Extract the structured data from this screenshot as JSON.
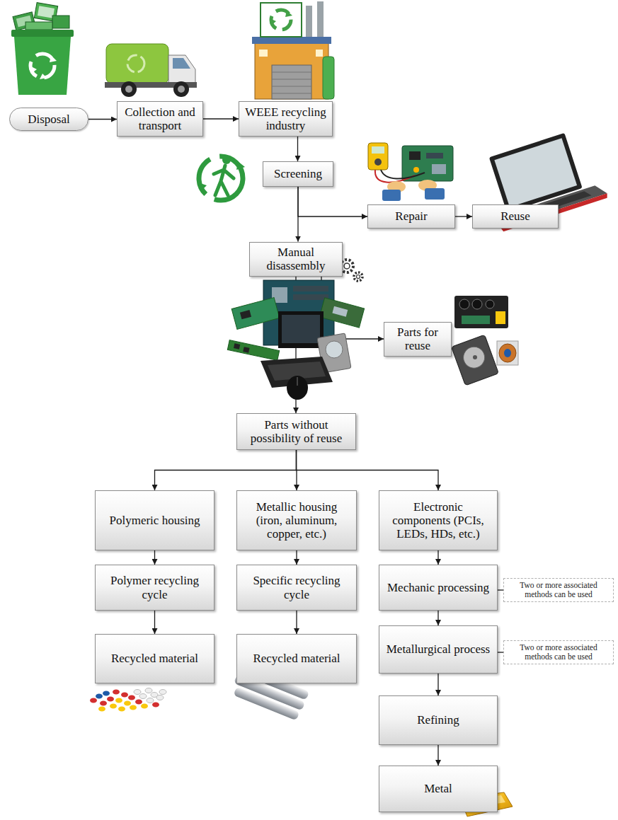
{
  "diagram": {
    "nodes": [
      {
        "text": [
          "Disposal"
        ]
      },
      {
        "text": [
          "Collection and transport"
        ]
      },
      {
        "text": [
          "WEEE recycling industry"
        ]
      },
      {
        "text": [
          "Screening"
        ]
      },
      {
        "text": [
          "Repair"
        ]
      },
      {
        "text": [
          "Reuse"
        ]
      },
      {
        "text": [
          "Manual disassembly"
        ]
      },
      {
        "text": [
          "Parts for reuse"
        ]
      },
      {
        "text": [
          "Parts without possibility of reuse"
        ]
      },
      {
        "text": [
          "Polymeric housing"
        ]
      },
      {
        "text": [
          "Metallic housing (iron, aluminum, copper, etc.)"
        ]
      },
      {
        "text": [
          "Electronic components (PCIs, LEDs, HDs, etc.)"
        ]
      },
      {
        "text": [
          "Polymer recycling cycle"
        ]
      },
      {
        "text": [
          "Specific recycling cycle"
        ]
      },
      {
        "text": [
          "Mechanic processing"
        ]
      },
      {
        "text": [
          "Two or more associated methods can be used"
        ]
      },
      {
        "text": [
          "Recycled material"
        ]
      },
      {
        "text": [
          "Recycled material"
        ]
      },
      {
        "text": [
          "Metallurgical process"
        ]
      },
      {
        "text": [
          "Two or more associated methods can be used"
        ]
      },
      {
        "text": [
          "Refining"
        ]
      },
      {
        "text": [
          "Metal"
        ]
      }
    ],
    "edges": [
      {
        "from": 0,
        "to": 1,
        "arrow": "to"
      },
      {
        "from": 1,
        "to": 2,
        "arrow": "to"
      },
      {
        "from": 2,
        "to": 3,
        "arrow": "to"
      },
      {
        "from": 3,
        "to": 4,
        "arrow": "to"
      },
      {
        "from": 3,
        "to": 6,
        "arrow": "to"
      },
      {
        "from": 4,
        "to": 5,
        "arrow": "to"
      },
      {
        "from": 6,
        "to": 7,
        "arrow": "to"
      },
      {
        "from": 6,
        "to": 8,
        "arrow": "to"
      },
      {
        "from": 8,
        "to": 9,
        "arrow": "to"
      },
      {
        "from": 8,
        "to": 10,
        "arrow": "to"
      },
      {
        "from": 8,
        "to": 11,
        "arrow": "to"
      },
      {
        "from": 9,
        "to": 12,
        "arrow": "to"
      },
      {
        "from": 10,
        "to": 13,
        "arrow": "to"
      },
      {
        "from": 11,
        "to": 14,
        "arrow": "to"
      },
      {
        "from": 12,
        "to": 16,
        "arrow": "to"
      },
      {
        "from": 13,
        "to": 17,
        "arrow": "to"
      },
      {
        "from": 14,
        "to": 18,
        "arrow": "to"
      },
      {
        "from": 14,
        "to": 15,
        "arrow": "none"
      },
      {
        "from": 18,
        "to": 20,
        "arrow": "to"
      },
      {
        "from": 18,
        "to": 19,
        "arrow": "none"
      },
      {
        "from": 20,
        "to": 21,
        "arrow": "to"
      }
    ]
  }
}
